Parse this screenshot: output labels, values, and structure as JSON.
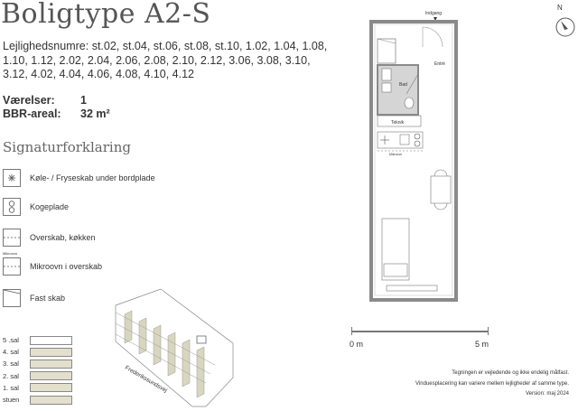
{
  "header": {
    "title": "Boligtype A2-S",
    "units_label": "Lejlighedsnumre:",
    "units_list": "st.02, st.04, st.06, st.08, st.10, 1.02, 1.04, 1.08, 1.10, 1.12, 2.02, 2.04, 2.06, 2.08, 2.10, 2.12, 3.06, 3.08, 3.10, 3.12, 4.02, 4.04, 4.06, 4.08, 4.10, 4.12"
  },
  "facts": {
    "rooms_label": "Værelser:",
    "rooms_value": "1",
    "area_label": "BBR-areal:",
    "area_value": "32 m²"
  },
  "legend": {
    "title": "Signaturforklaring",
    "items": [
      {
        "icon": "fridge-icon",
        "label": "Køle- / Fryseskab under bordplade"
      },
      {
        "icon": "hob-icon",
        "label": "Kogeplade"
      },
      {
        "icon": "upper-cabinet-icon",
        "label": "Overskab, køkken"
      },
      {
        "icon": "microwave-icon",
        "label": "Mikroovn i overskab",
        "tag": "Mikroovn"
      },
      {
        "icon": "closet-icon",
        "label": "Fast skab"
      }
    ]
  },
  "plan": {
    "entrance": "Indgang",
    "entre": "Entré",
    "bath": "Bad",
    "technic": "Teknik",
    "microwave": "Mikroovn",
    "compass": "N"
  },
  "scale": {
    "start": "0 m",
    "end": "5 m"
  },
  "floors": [
    {
      "label": "5 .sal",
      "active": true
    },
    {
      "label": "4. sal",
      "active": false
    },
    {
      "label": "3. sal",
      "active": false
    },
    {
      "label": "2. sal",
      "active": false
    },
    {
      "label": "1. sal",
      "active": false
    },
    {
      "label": "stuen",
      "active": false
    }
  ],
  "street": "Frederikssundsvej",
  "notes": {
    "line1": "Tegningen er vejledende og ikke endelig målfast.",
    "line2": "Vinduesplacering kan variere mellem lejligheder af samme type.",
    "line3": "Version: maj 2024"
  },
  "colors": {
    "wall": "#8a8a8a",
    "bath_floor": "#d5d5d5",
    "floor_fill": "#e2e0cd",
    "building_accent": "#d9d6bf"
  }
}
